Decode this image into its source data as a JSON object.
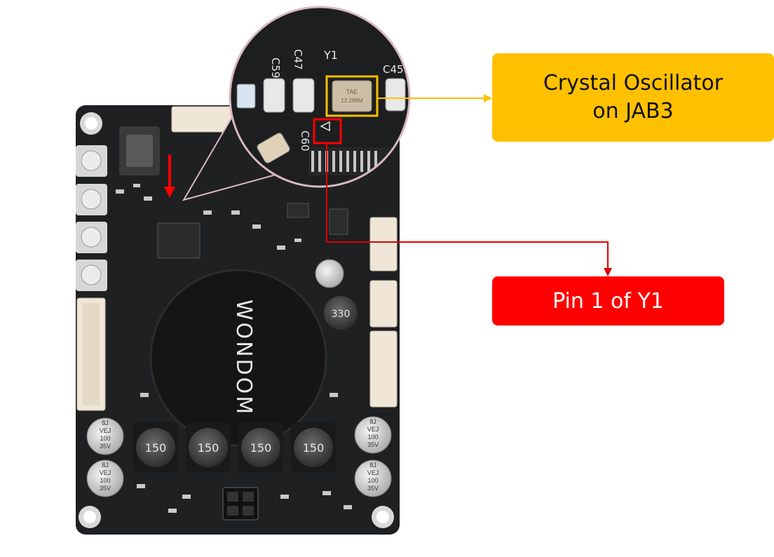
{
  "callouts": {
    "crystal": {
      "line1": "Crystal Oscillator",
      "line2": "on JAB3",
      "color": "#ffc000"
    },
    "pin": {
      "label": "Pin 1 of Y1",
      "color": "#ff0000"
    }
  },
  "board": {
    "logo_text": "WONDOM",
    "inductor_labels": [
      "150",
      "150",
      "150",
      "150"
    ],
    "inductor_small_label": "330",
    "capacitor_text": [
      "8J",
      "VEJ",
      "100",
      "35V"
    ],
    "zoom_labels": {
      "y1": "Y1",
      "c59": "C59",
      "c47": "C47",
      "c45": "C45",
      "c60": "C60"
    },
    "crystal_text": [
      "TAE",
      "12.288M"
    ],
    "pcb_color": "#1f2022",
    "hole_color": "#d9d9d9"
  },
  "annotation_colors": {
    "crystal_line": "#ffc000",
    "pin_line": "#e00000"
  }
}
